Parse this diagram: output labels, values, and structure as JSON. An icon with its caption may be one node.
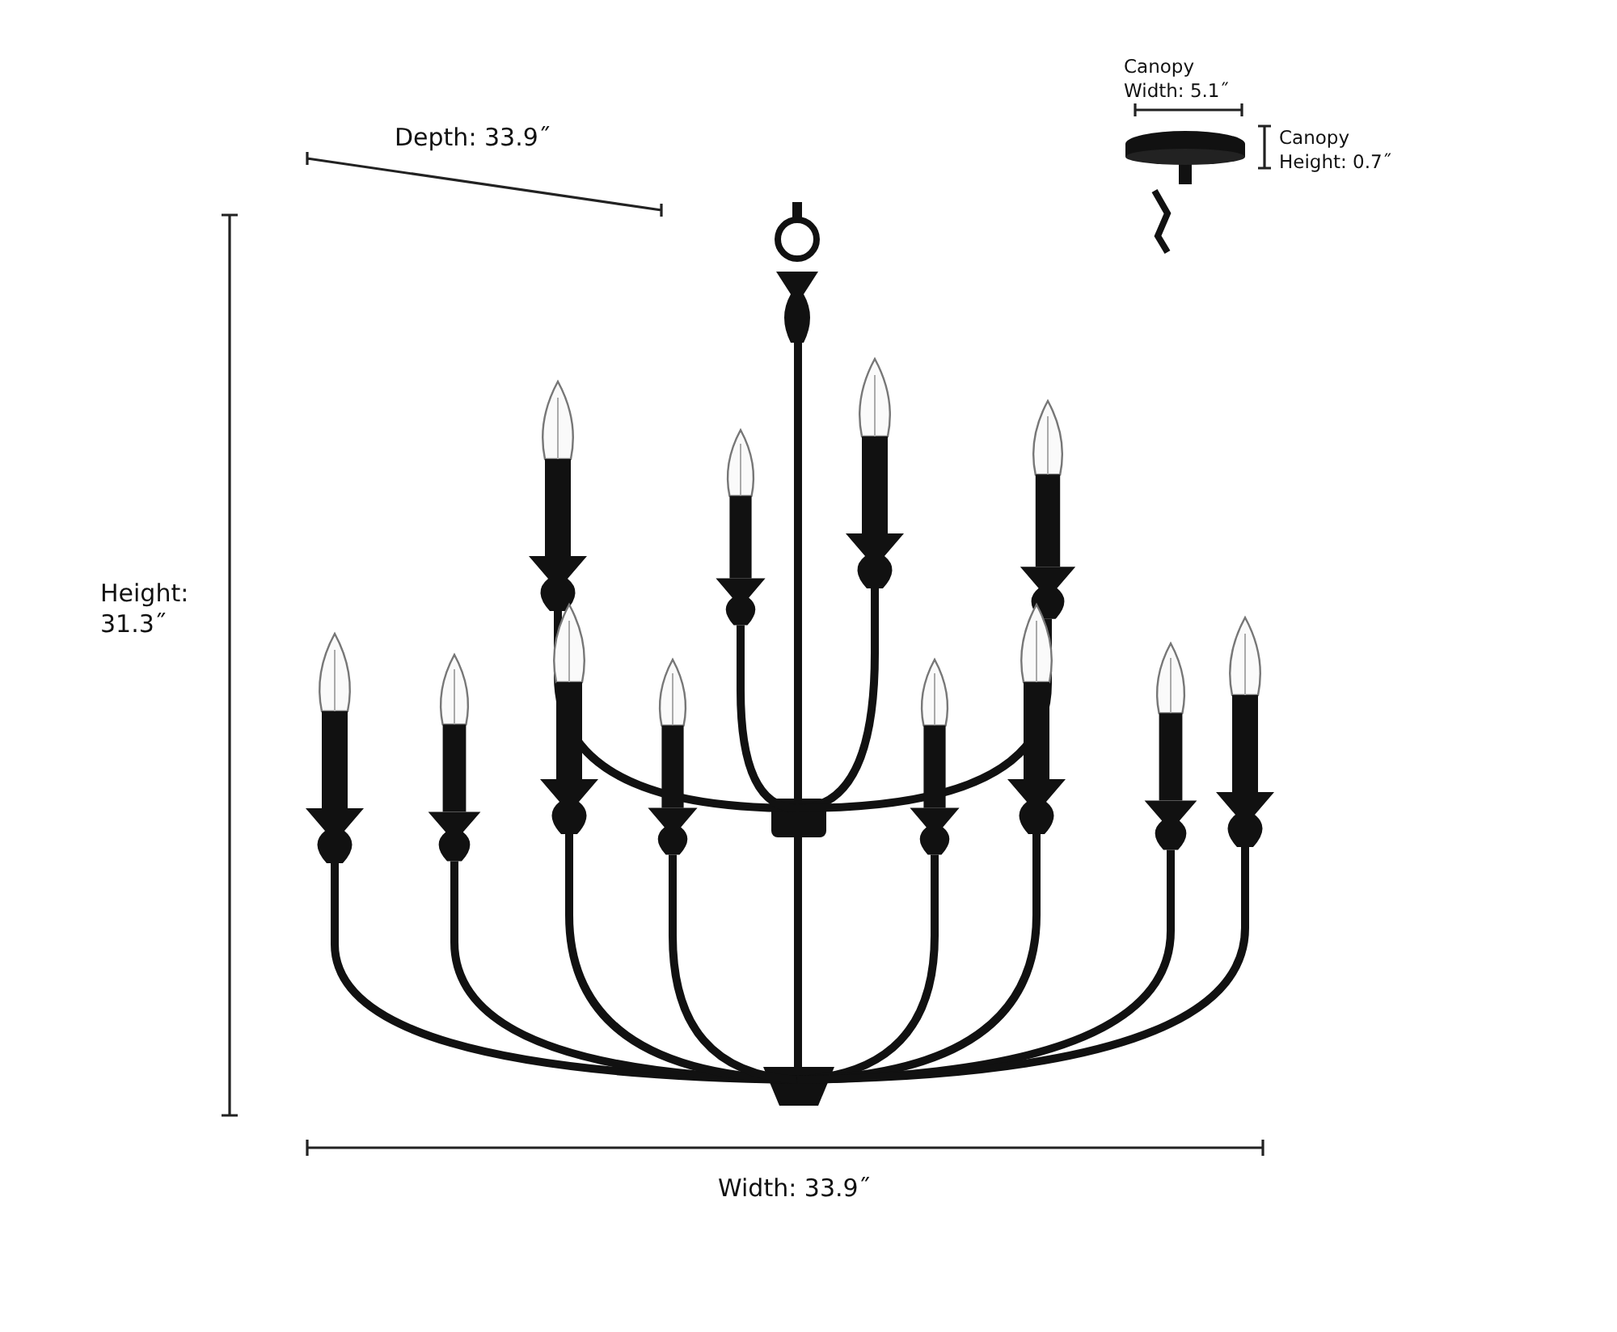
{
  "diagram": {
    "labels": [
      "Canopy Width: 5.1˝",
      "Depth: 33.9˝",
      "Canopy Height: 0.7˝",
      "Height: 31.3˝",
      "Width: 33.9˝"
    ]
  }
}
